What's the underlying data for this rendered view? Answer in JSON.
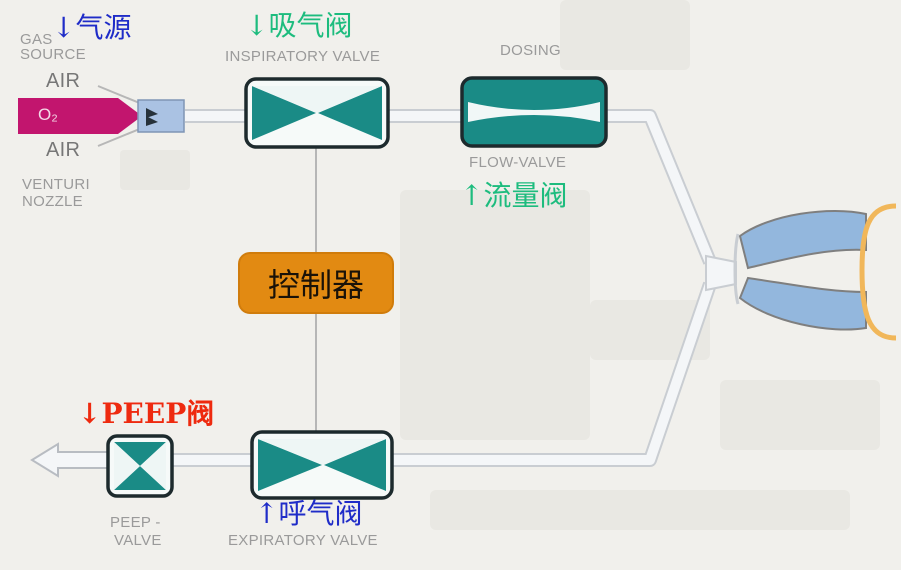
{
  "labels": {
    "gas_source_line1": "GAS",
    "gas_source_line2": "SOURCE",
    "air_top": "AIR",
    "o2": "O₂",
    "air_bottom": "AIR",
    "venturi_line1": "VENTURI",
    "venturi_line2": "NOZZLE",
    "inspiratory_valve": "INSPIRATORY VALVE",
    "dosing": "DOSING",
    "flow_valve": "FLOW-VALVE",
    "peep_valve_line1": "PEEP -",
    "peep_valve_line2": "VALVE",
    "expiratory_valve": "EXPIRATORY VALVE"
  },
  "annotations": {
    "gas_source": "↓气源",
    "inspiratory_valve": "↓吸气阀",
    "flow_valve": "↑流量阀",
    "controller": "控制器",
    "peep_valve": "↓PEEP阀",
    "expiratory_valve": "↑呼气阀"
  },
  "colors": {
    "background": "#f1f0ec",
    "valve_teal": "#1a8b86",
    "valve_frame": "#1d2a2d",
    "o2_magenta": "#c2156e",
    "controller_orange": "#e28a12",
    "lung_blue": "#93b7dd",
    "chest_wall": "#f1b75a",
    "annotation_blue": "#1f2cc8",
    "annotation_teal": "#1dbc7e",
    "annotation_red": "#ee2a0f"
  }
}
